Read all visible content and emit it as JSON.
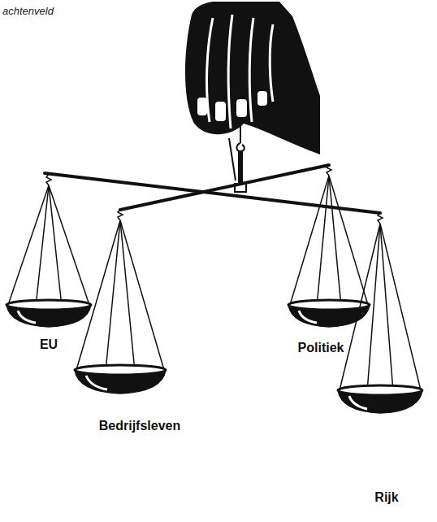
{
  "diagram": {
    "labels": [
      "achtenveld",
      "EU",
      "Bedrijfsleven",
      "Politiek",
      "Rijk"
    ]
  }
}
